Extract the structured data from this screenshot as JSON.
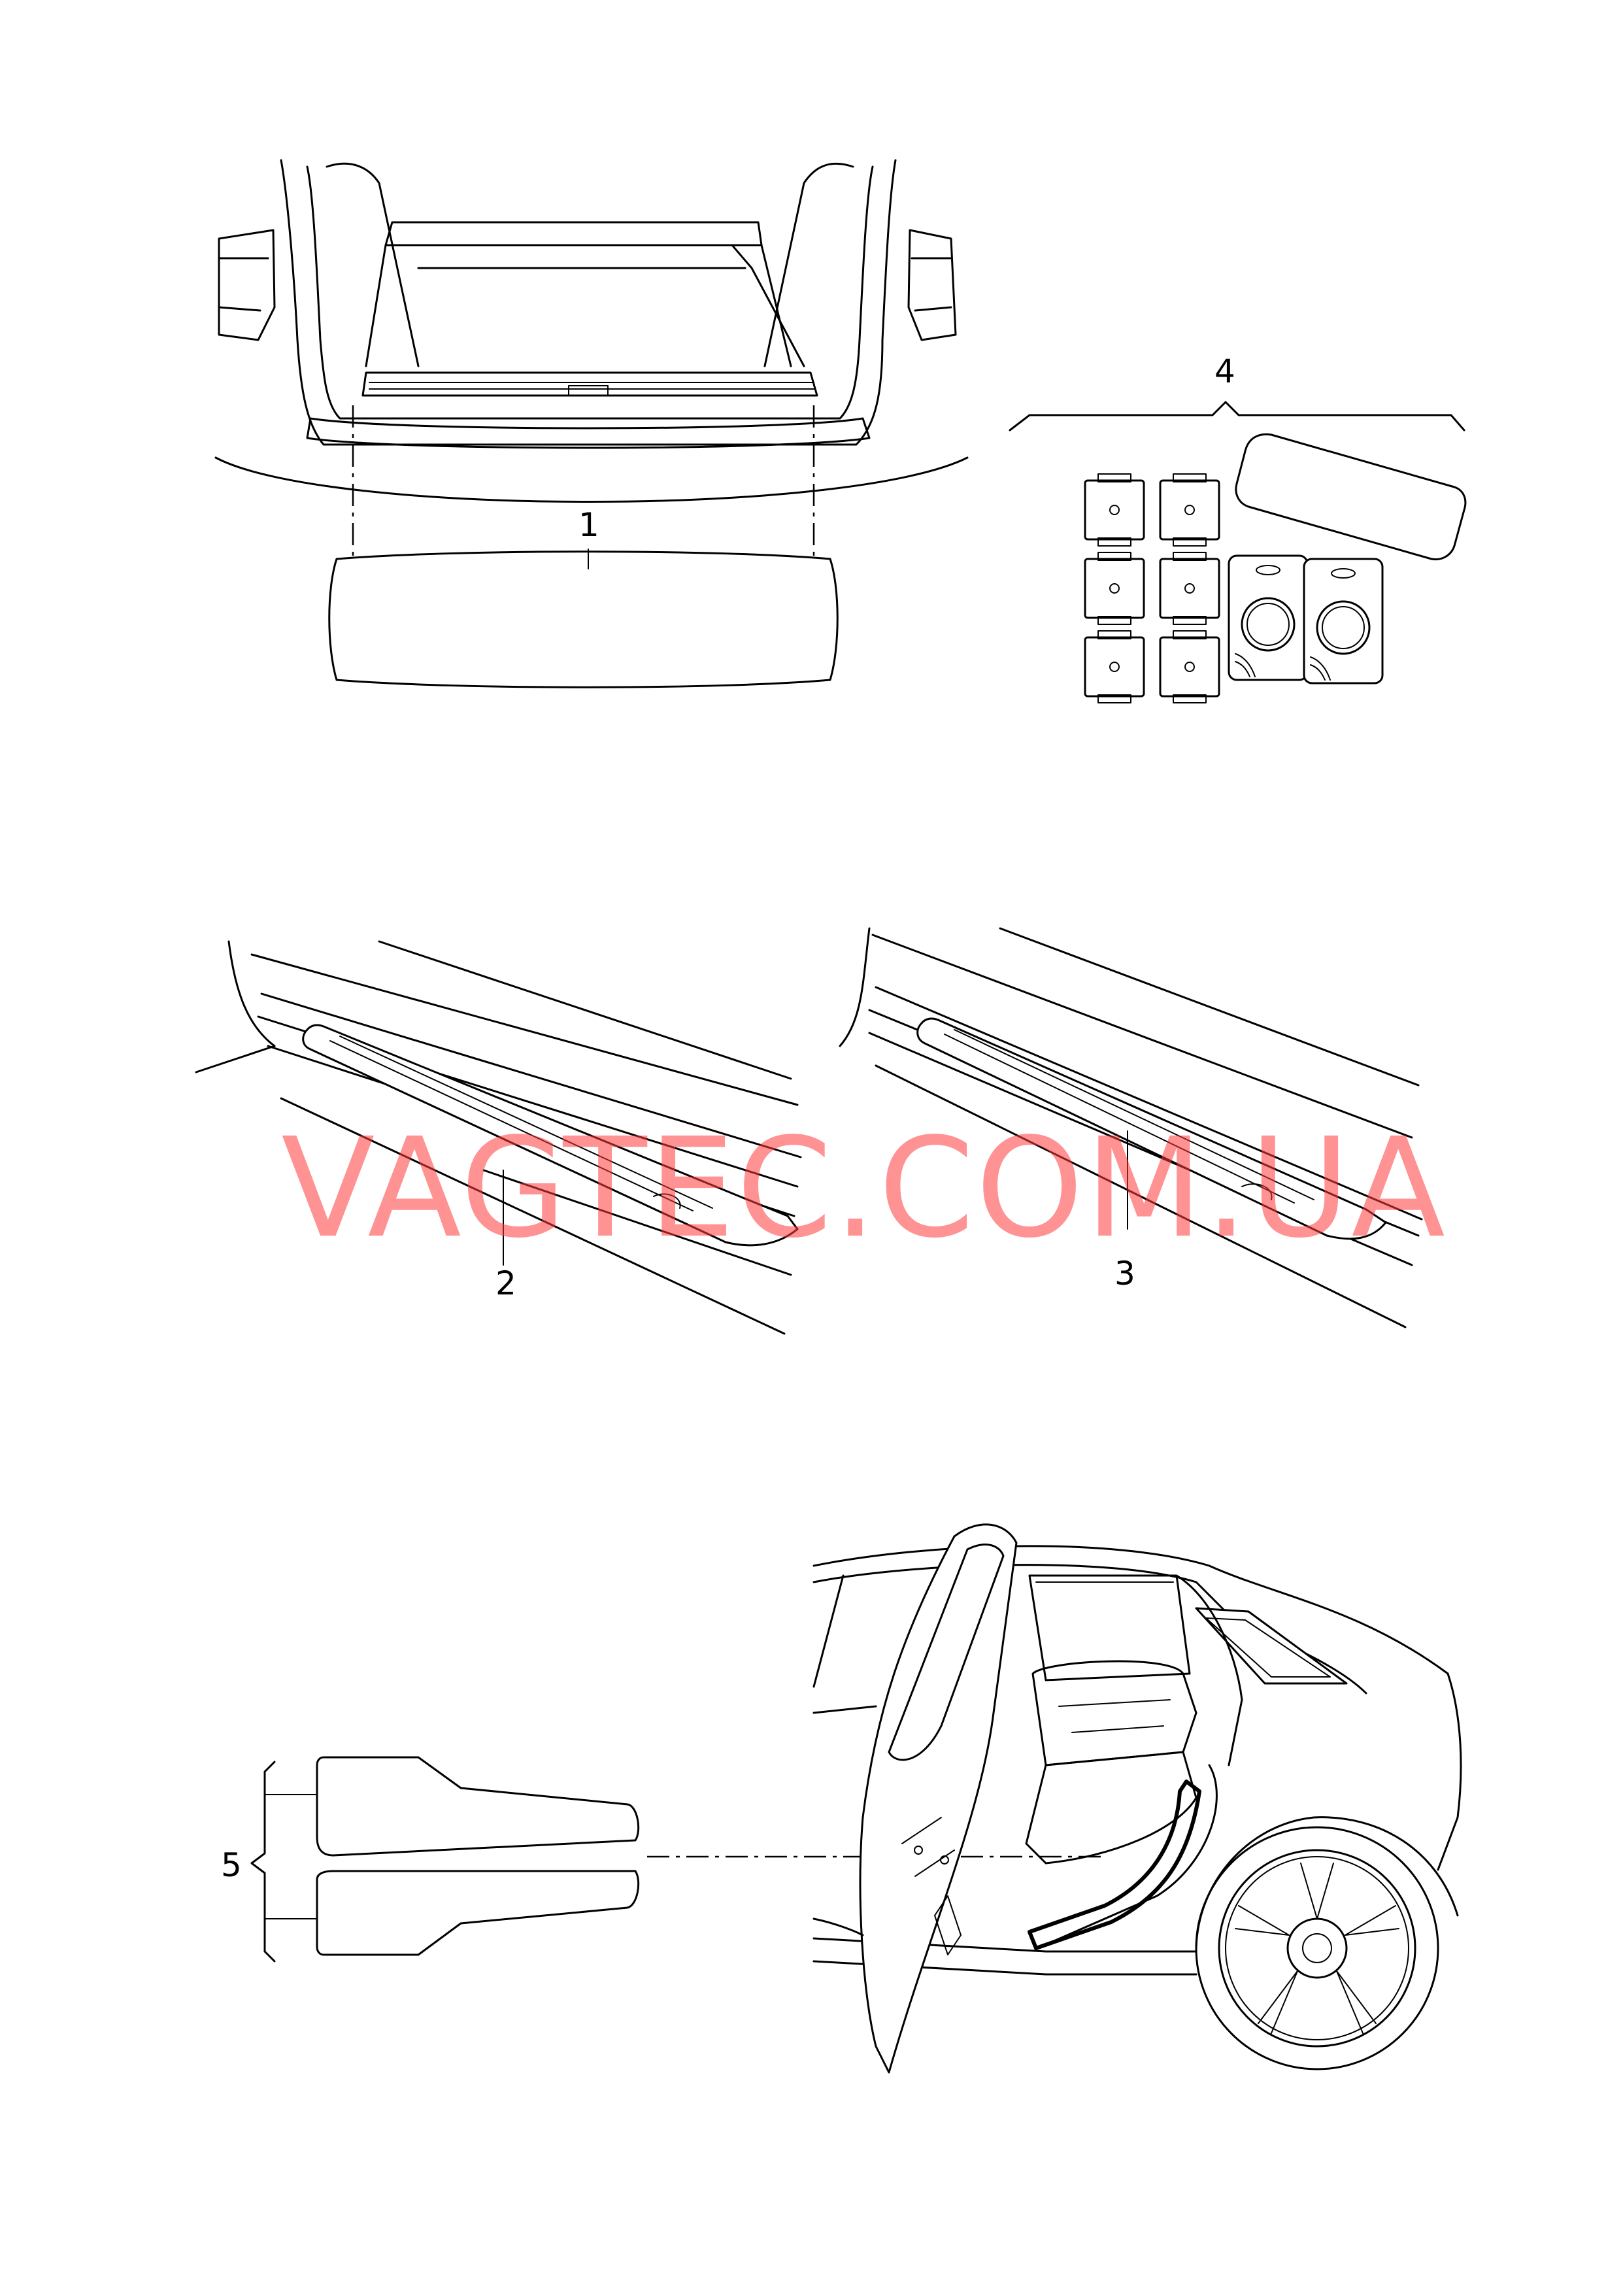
{
  "diagram": {
    "callouts": [
      {
        "id": "callout-1",
        "label": "1"
      },
      {
        "id": "callout-2",
        "label": "2"
      },
      {
        "id": "callout-3",
        "label": "3"
      },
      {
        "id": "callout-4",
        "label": "4"
      },
      {
        "id": "callout-5",
        "label": "5"
      }
    ],
    "watermark": "VAGTEC.COM.UA"
  }
}
